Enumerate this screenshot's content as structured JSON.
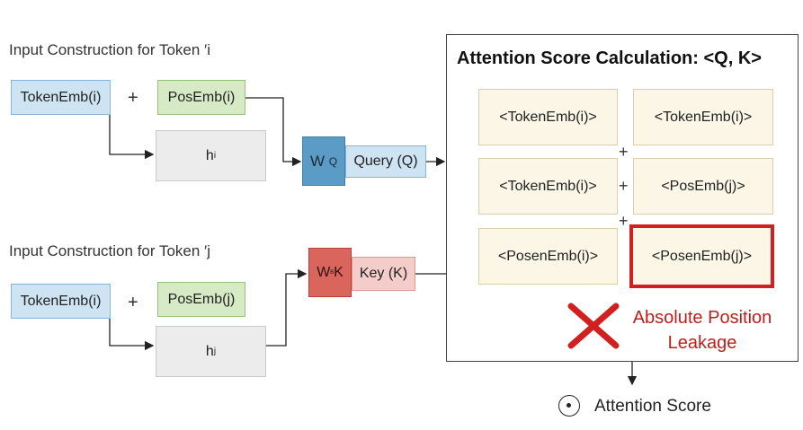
{
  "section_i": {
    "title": "Input Construction for Token ′i",
    "token_emb": "TokenEmb(i)",
    "plus": "+",
    "pos_emb": "PosEmb(i)",
    "hidden": "h",
    "hidden_sub": "i"
  },
  "section_j": {
    "title": "Input Construction for Token ′j",
    "token_emb": "TokenEmb(i)",
    "plus": "+",
    "pos_emb": "PosEmb(j)",
    "hidden": "h",
    "hidden_sub": "j"
  },
  "query": {
    "weight": "W",
    "weight_sub": "Q",
    "label": "Query (Q)"
  },
  "key": {
    "weight": "W",
    "weight_sub": "ᴮ",
    "weight_suffix": "K",
    "label": "Key (K)"
  },
  "panel": {
    "title": "Attention Score Calculation: <Q, K>",
    "cells": [
      "<TokenEmb(i)>",
      "<TokenEmb(i)>",
      "<TokenEmb(i)>",
      "<PosEmb(j)>",
      "<PosenEmb(i)>",
      "<PosenEmb(j)>"
    ],
    "plus_signs": [
      "+",
      "+",
      "+"
    ],
    "leak_line1": "Absolute Position",
    "leak_line2": "Leakage"
  },
  "output": {
    "symbol": "⊙",
    "label": "Attention Score"
  },
  "colors": {
    "warning_red": "#d21f1f",
    "query_blue": "#5b9cc6",
    "key_red": "#d9655c"
  }
}
